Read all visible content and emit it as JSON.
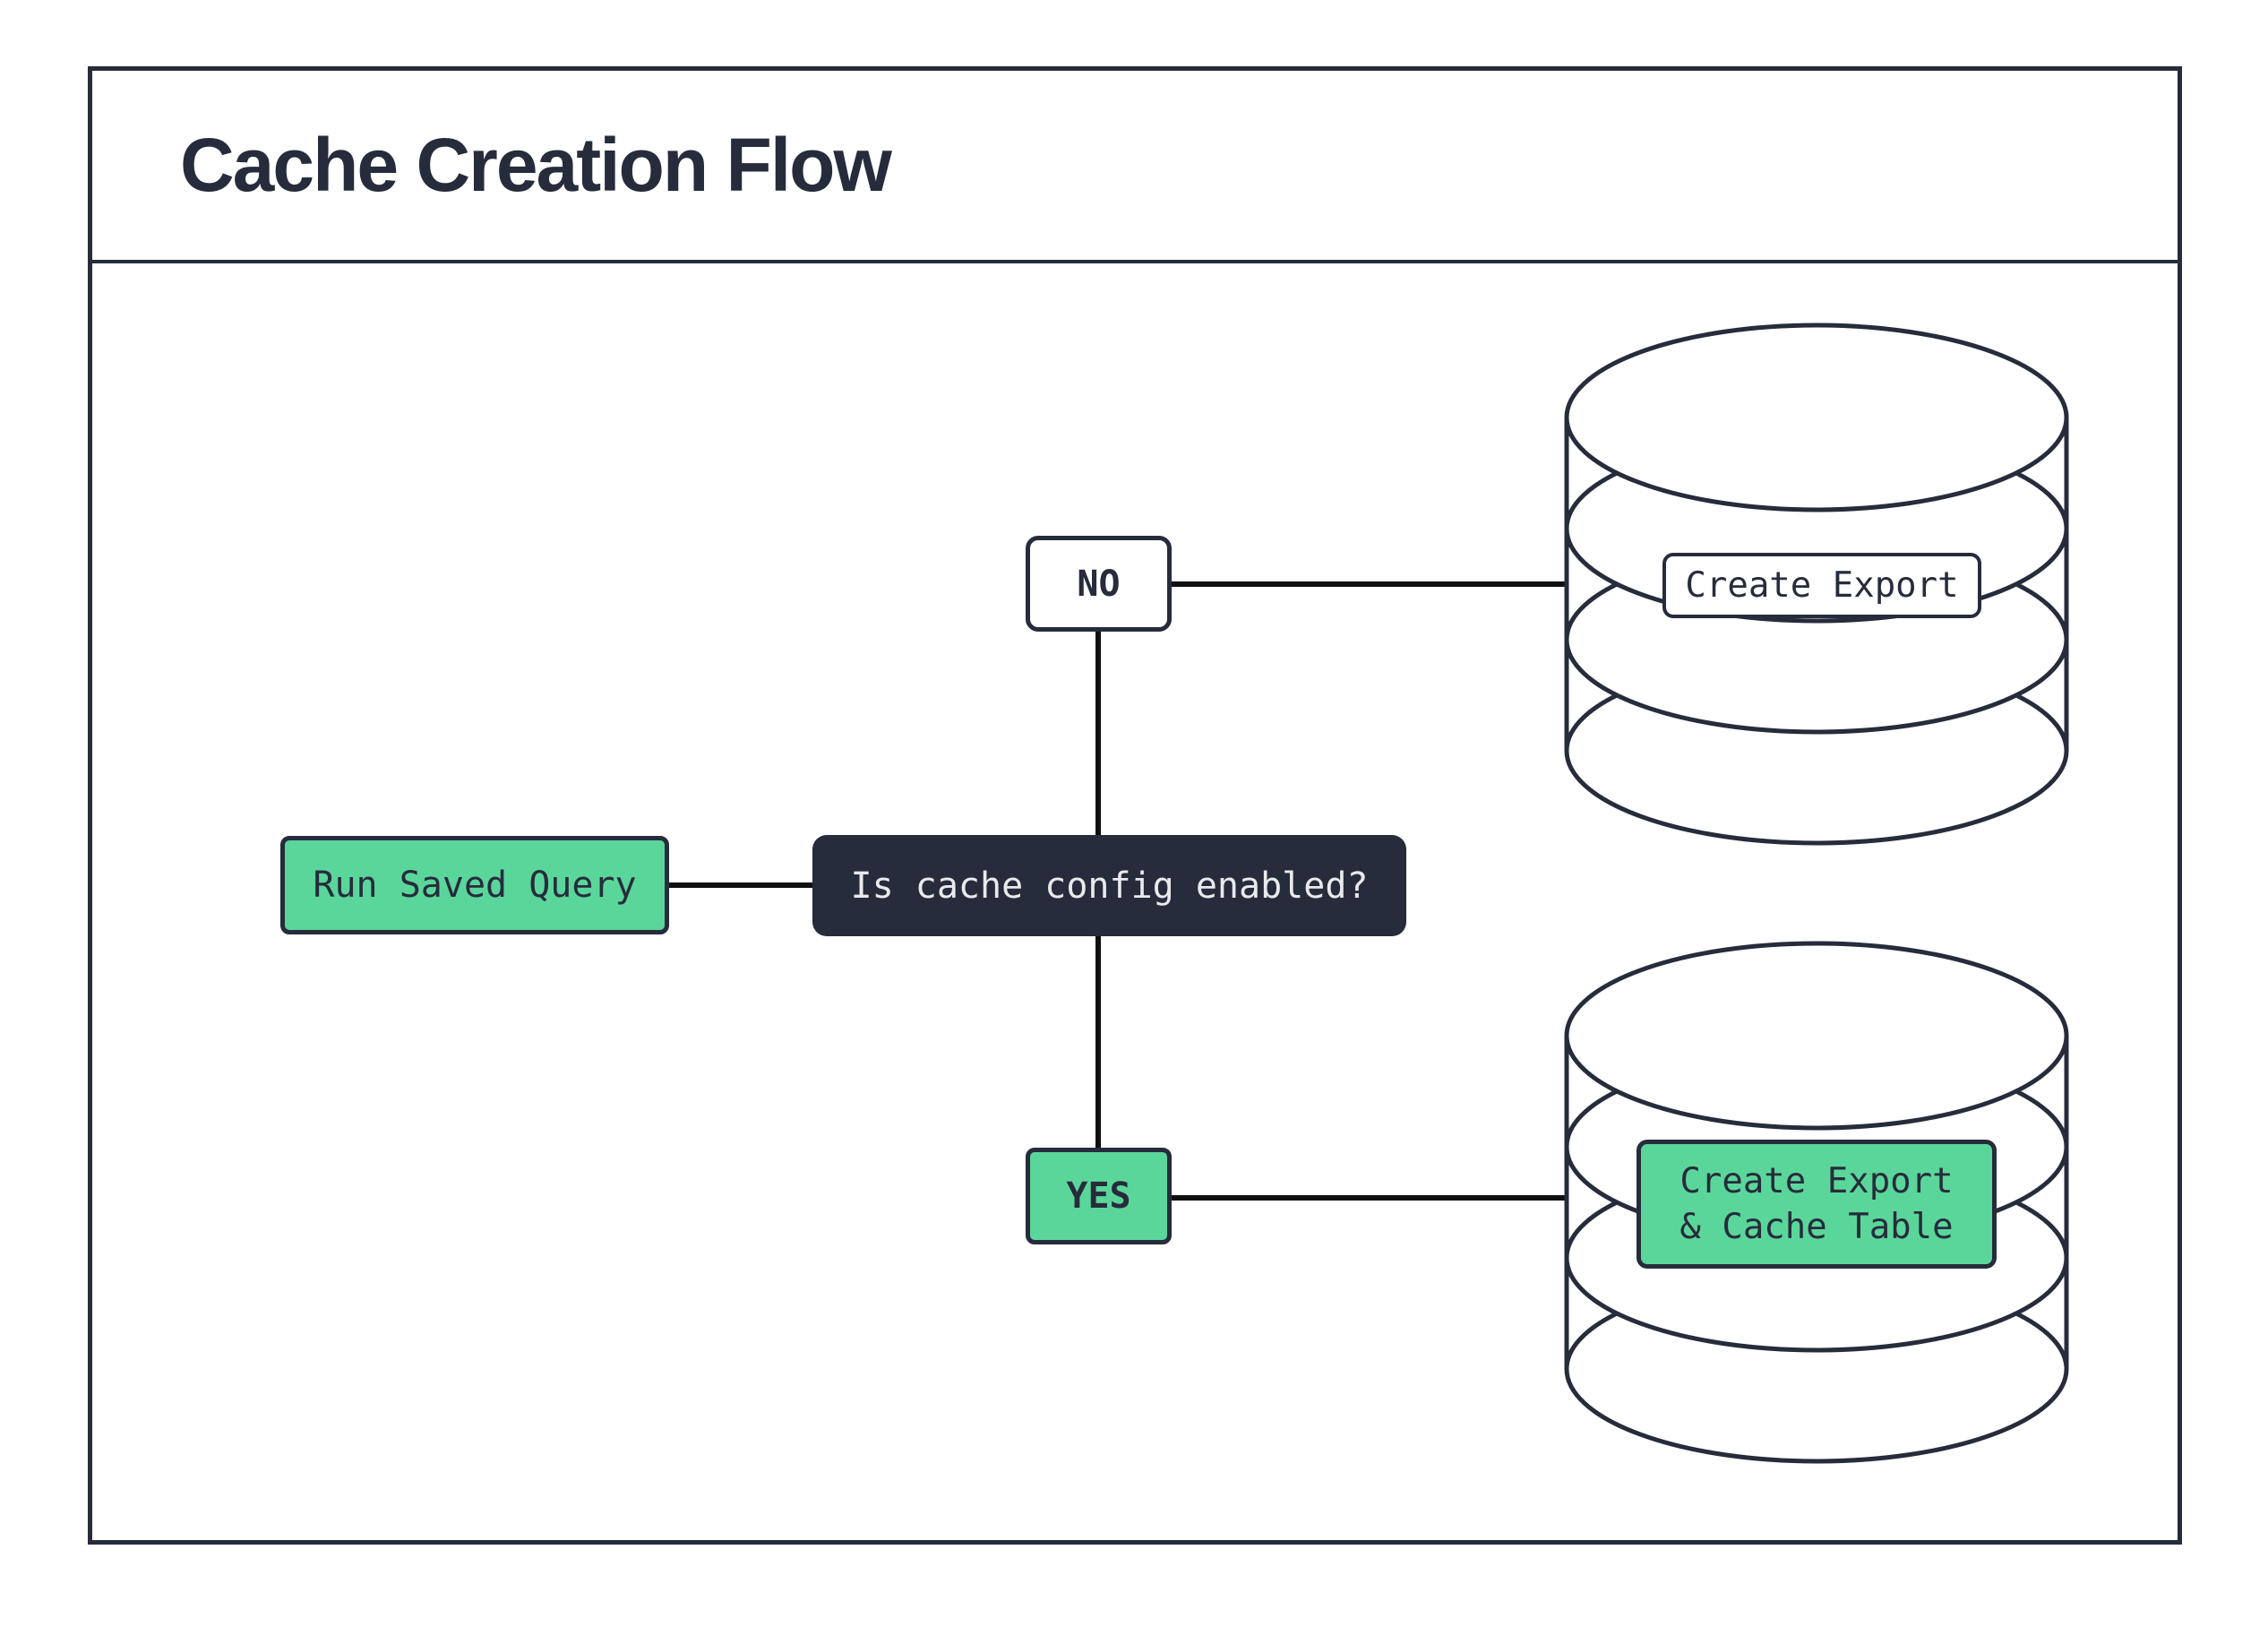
{
  "title": "Cache Creation Flow",
  "colors": {
    "ink": "#262C3B",
    "green": "#5BD69B",
    "paper": "#FFFFFF",
    "line": "#101010",
    "decision_text": "#E9EAEC"
  },
  "nodes": {
    "start": {
      "label": "Run Saved Query"
    },
    "decision": {
      "label": "Is cache config enabled?"
    },
    "branch_no": {
      "label": "NO"
    },
    "branch_yes": {
      "label": "YES"
    },
    "result_no": {
      "label": "Create Export"
    },
    "result_yes": {
      "line1": "Create Export",
      "line2": "& Cache Table"
    }
  },
  "icons": {
    "database_no_branch": "database-icon",
    "database_yes_branch": "database-icon"
  }
}
